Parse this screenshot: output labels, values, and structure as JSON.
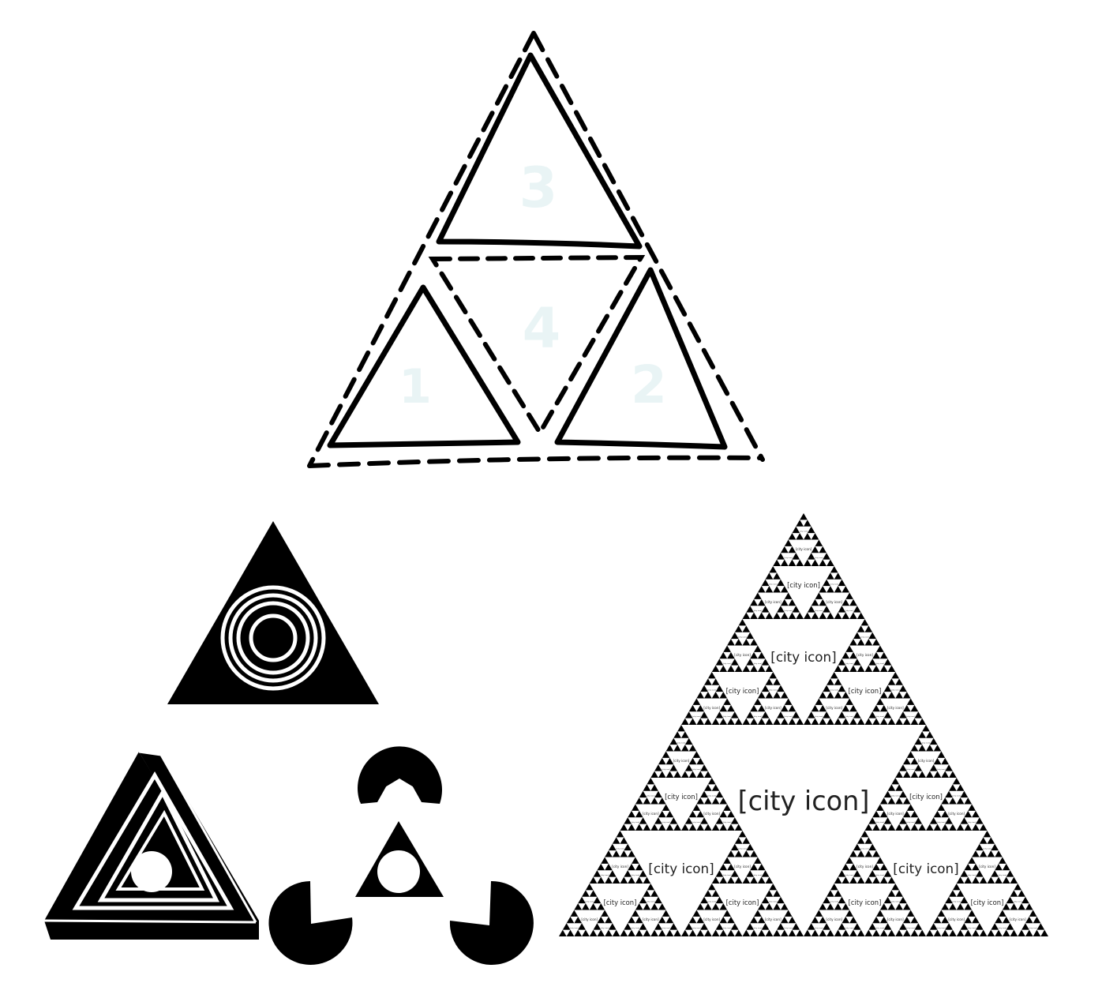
{
  "sketch": {
    "labels": [
      "3",
      "4",
      "1",
      "2"
    ]
  },
  "sierpinski": {
    "label": "[city icon]",
    "depth": 6
  },
  "colors": {
    "ink": "#000000",
    "paper": "#ffffff",
    "faint_digit": "#e9f4f5",
    "label_text": "#222222"
  },
  "icons": [
    "concentric-circles-triangle-icon",
    "impossible-triangle-icon",
    "kanizsa-triangle-icon",
    "sierpinski-triangle-icon"
  ]
}
